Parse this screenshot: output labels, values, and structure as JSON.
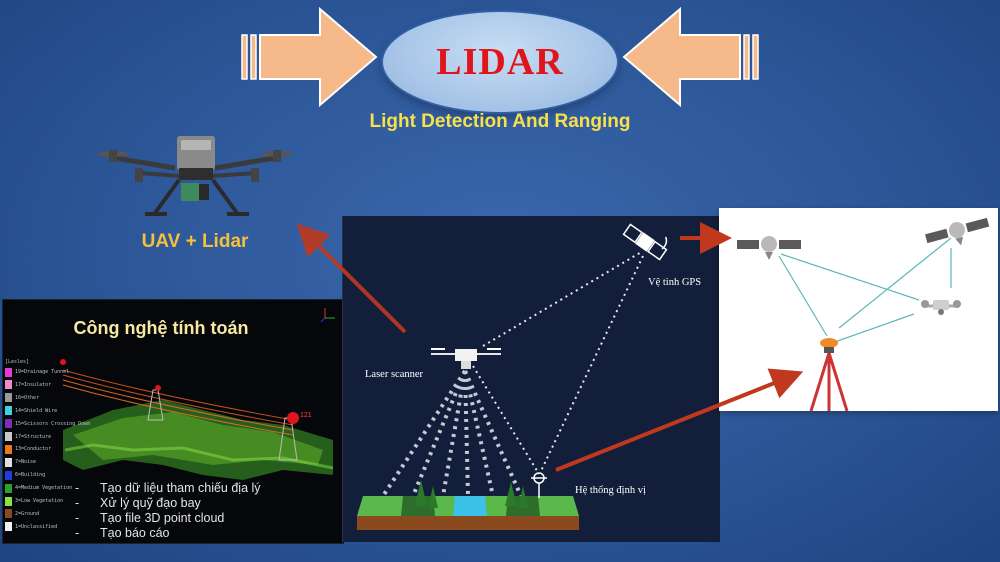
{
  "header": {
    "title": "LIDAR",
    "subtitle": "Light Detection And Ranging"
  },
  "uav": {
    "label": "UAV + Lidar"
  },
  "computing_panel": {
    "title": "Công nghệ tính toán",
    "header_text": "[Lesles]",
    "marker_label": "121",
    "layers": [
      {
        "label": "19=Drainage Tunnel",
        "color": "#e23bd8"
      },
      {
        "label": "17=Insulator",
        "color": "#f08ac8"
      },
      {
        "label": "16=Other",
        "color": "#9a9a9a"
      },
      {
        "label": "14=Shield Wire",
        "color": "#3cd2e0"
      },
      {
        "label": "15=Scissors Crossing Down",
        "color": "#7a2fb0"
      },
      {
        "label": "17=Structure",
        "color": "#c8c8c8"
      },
      {
        "label": "13=Conductor",
        "color": "#e87a1a"
      },
      {
        "label": "7=Noise",
        "color": "#e0e0e0"
      },
      {
        "label": "6=Building",
        "color": "#1b3fd8"
      },
      {
        "label": "4=Medium Vegetation",
        "color": "#2ca02c"
      },
      {
        "label": "3=Low Vegetation",
        "color": "#8be04a"
      },
      {
        "label": "2=Ground",
        "color": "#8a4a1e"
      },
      {
        "label": "1=Unclassified",
        "color": "#f2f2f2"
      }
    ],
    "tasks": [
      "Tạo dữ liệu tham chiếu địa lý",
      "Xử lý quỹ đạo bay",
      "Tạo file 3D point cloud",
      "Tạo báo cáo"
    ],
    "task_bullet": "-"
  },
  "center_panel": {
    "laser_scanner_label": "Laser scanner",
    "gps_label": "Vệ tinh GPS",
    "positioning_label": "Hệ thống định vị"
  },
  "colors": {
    "arrow_fill": "#f5b98a",
    "arrow_red": "#c0391e",
    "background": "#2c5697",
    "title_red": "#e0141b",
    "subtitle_yellow": "#f6e14b"
  }
}
